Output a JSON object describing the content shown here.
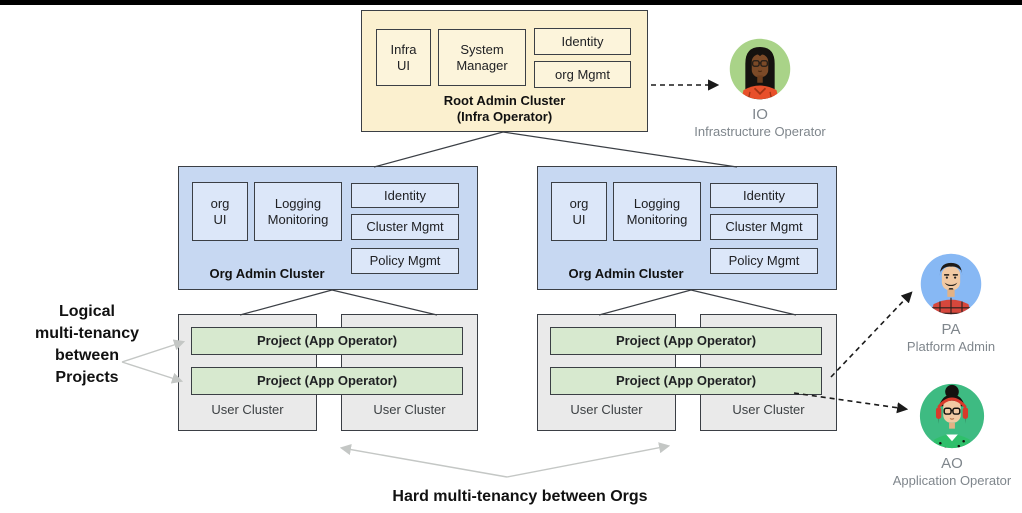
{
  "root_cluster": {
    "title": "Root Admin Cluster\n(Infra Operator)",
    "boxes": [
      "Infra\nUI",
      "System\nManager",
      "Identity",
      "org Mgmt"
    ]
  },
  "org_clusters": [
    {
      "title": "Org Admin Cluster",
      "boxes": [
        "org\nUI",
        "Logging\nMonitoring",
        "Identity",
        "Cluster Mgmt",
        "Policy Mgmt"
      ]
    },
    {
      "title": "Org Admin Cluster",
      "boxes": [
        "org\nUI",
        "Logging\nMonitoring",
        "Identity",
        "Cluster Mgmt",
        "Policy Mgmt"
      ]
    }
  ],
  "user_groups": [
    {
      "projects": [
        "Project (App Operator)",
        "Project (App Operator)"
      ],
      "clusters": [
        "User Cluster",
        "User Cluster"
      ]
    },
    {
      "projects": [
        "Project (App Operator)",
        "Project  (App Operator)"
      ],
      "clusters": [
        "User Cluster",
        "User Cluster"
      ]
    }
  ],
  "personas": [
    {
      "abbr": "IO",
      "role": "Infrastructure Operator",
      "icon": "io-woman-avatar",
      "bg": "#A9D388"
    },
    {
      "abbr": "PA",
      "role": "Platform Admin",
      "icon": "pa-man-avatar",
      "bg": "#87B8F4"
    },
    {
      "abbr": "AO",
      "role": "Application Operator",
      "icon": "ao-woman-avatar",
      "bg": "#3EBB82"
    }
  ],
  "annotations": {
    "projects": "Logical\nmulti-tenancy\nbetween\nProjects",
    "orgs": "Hard multi-tenancy between Orgs"
  },
  "colors": {
    "root_fill": "#FBF0CF",
    "org_fill": "#C7D8F2",
    "org_chip_fill": "#DCE7F9",
    "project_fill": "#D7E9CF",
    "user_fill": "#EAEAEA",
    "border": "#3B3F45",
    "dashed_arrow": "#1A1A1A",
    "gray_arrow": "#C4C7C5"
  }
}
